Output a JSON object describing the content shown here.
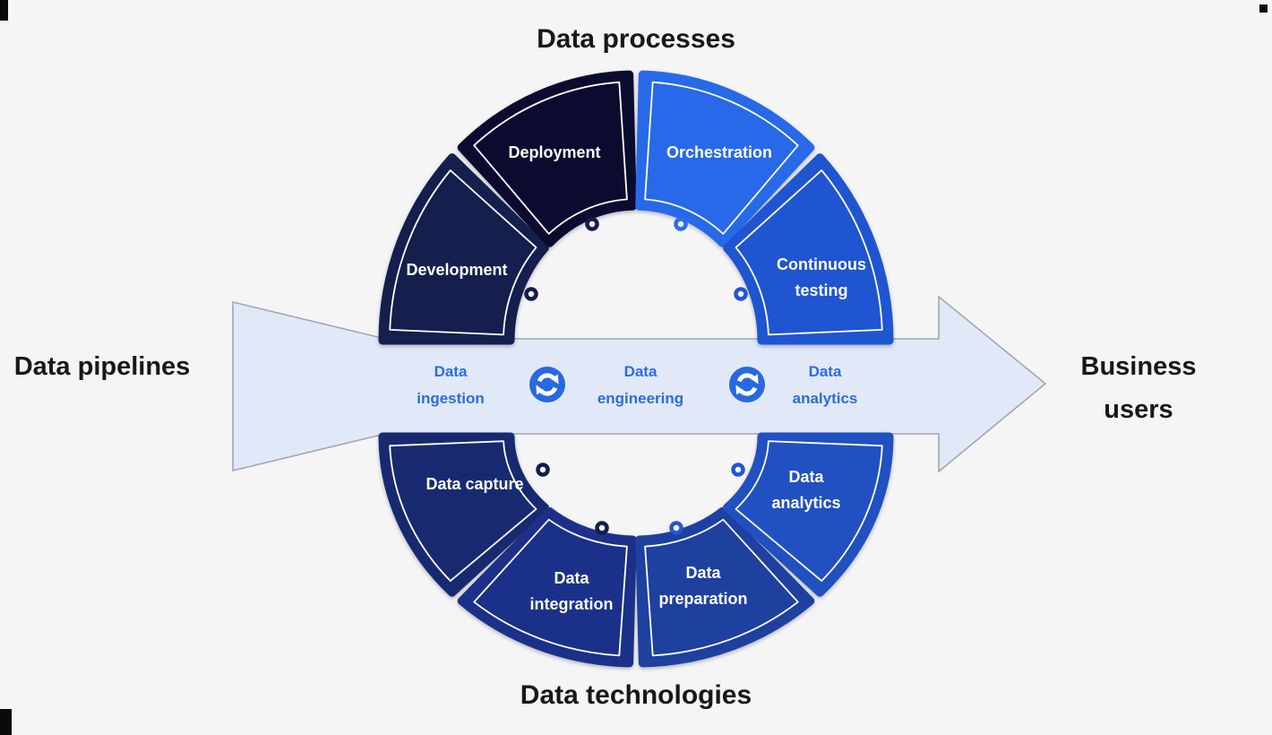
{
  "titles": {
    "top": "Data processes",
    "bottom": "Data technologies",
    "left": "Data pipelines",
    "right": "Business users"
  },
  "ring": {
    "top_segments": [
      {
        "label": "Development",
        "color": "#141f4e"
      },
      {
        "label": "Deployment",
        "color": "#0a0b2e"
      },
      {
        "label": "Orchestration",
        "color": "#2769e9"
      },
      {
        "label": "Continuous testing",
        "color": "#1f55d0"
      }
    ],
    "bottom_segments": [
      {
        "label": "Data capture",
        "color": "#182a6f"
      },
      {
        "label": "Data integration",
        "color": "#1b3189"
      },
      {
        "label": "Data preparation",
        "color": "#1e409f"
      },
      {
        "label": "Data analytics",
        "color": "#2150c0"
      }
    ]
  },
  "pipeline": {
    "stages": [
      {
        "label": "Data ingestion"
      },
      {
        "label": "Data engineering"
      },
      {
        "label": "Data analytics"
      }
    ]
  },
  "colors": {
    "arrow_fill": "#e1e9f8",
    "arrow_border": "#a0a7b0",
    "stage_text": "#2c6be2",
    "icon_blue": "#2769e0",
    "dot_navy": "#131c4f",
    "dot_bright_blue": "#2b6ce9",
    "dot_mid_blue": "#2157d1",
    "segment_outline": "#ffffff"
  }
}
